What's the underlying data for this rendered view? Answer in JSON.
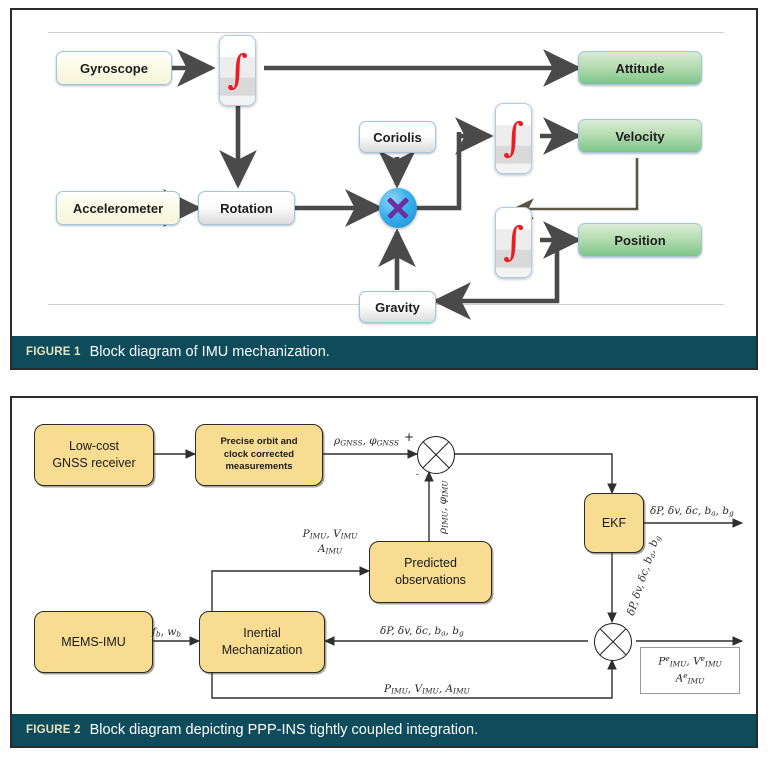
{
  "figure1": {
    "caption_tag": "FIGURE 1",
    "caption_text": "Block diagram of IMU mechanization.",
    "nodes": {
      "gyroscope": "Gyroscope",
      "accelerometer": "Accelerometer",
      "rotation": "Rotation",
      "coriolis": "Coriolis",
      "gravity": "Gravity",
      "attitude": "Attitude",
      "velocity": "Velocity",
      "position": "Position",
      "integral_symbol": "∫"
    },
    "colors": {
      "sensor_fill": "#f6f4d8",
      "process_fill": "#dcdcdc",
      "output_fill": "#7cc489",
      "node_border": "#9fc6dd",
      "multiplier_fill": "#35aeea",
      "multiplier_cross": "#6b2fa0",
      "integral_red": "#ec1c24",
      "arrow": "#4a4a4a"
    }
  },
  "figure2": {
    "caption_tag": "FIGURE 2",
    "caption_text": "Block diagram depicting PPP-INS tightly coupled integration.",
    "nodes": {
      "gnss_receiver": [
        "Low-cost",
        "GNSS receiver"
      ],
      "precise_orbit": [
        "Precise orbit and",
        "clock corrected",
        "measurements"
      ],
      "predicted_observations": [
        "Predicted",
        "observations"
      ],
      "ekf": "EKF",
      "mems_imu": "MEMS-IMU",
      "inertial_mechanization": [
        "Inertial",
        "Mechanization"
      ]
    },
    "labels": {
      "gnss_meas": "ρGNSS, φGNSS",
      "imu_meas": "ρIMU, φIMU",
      "plus_sign": "+",
      "minus_sign": "-",
      "imu_pv": "PIMU, VIMU",
      "imu_a": "AIMU",
      "ekf_out": "δP, δv, δc, ba, bg",
      "ekf_feedback": "δP, δv, δc, ba, bg",
      "correction_feedback": "δP, δv, δc, ba, bg",
      "imu_rate": "fb, wb",
      "imu_pva": "PIMU, VIMU, AIMU",
      "ecef_pv": "PeIMU, VeIMU",
      "ecef_a": "AeIMU"
    },
    "colors": {
      "block_fill": "#f7dc92",
      "block_border": "#2a2a2a",
      "line": "#3a3a3a"
    }
  },
  "caption_bar_color": "#0e4c5c",
  "caption_tag_color": "#e9e3bf"
}
